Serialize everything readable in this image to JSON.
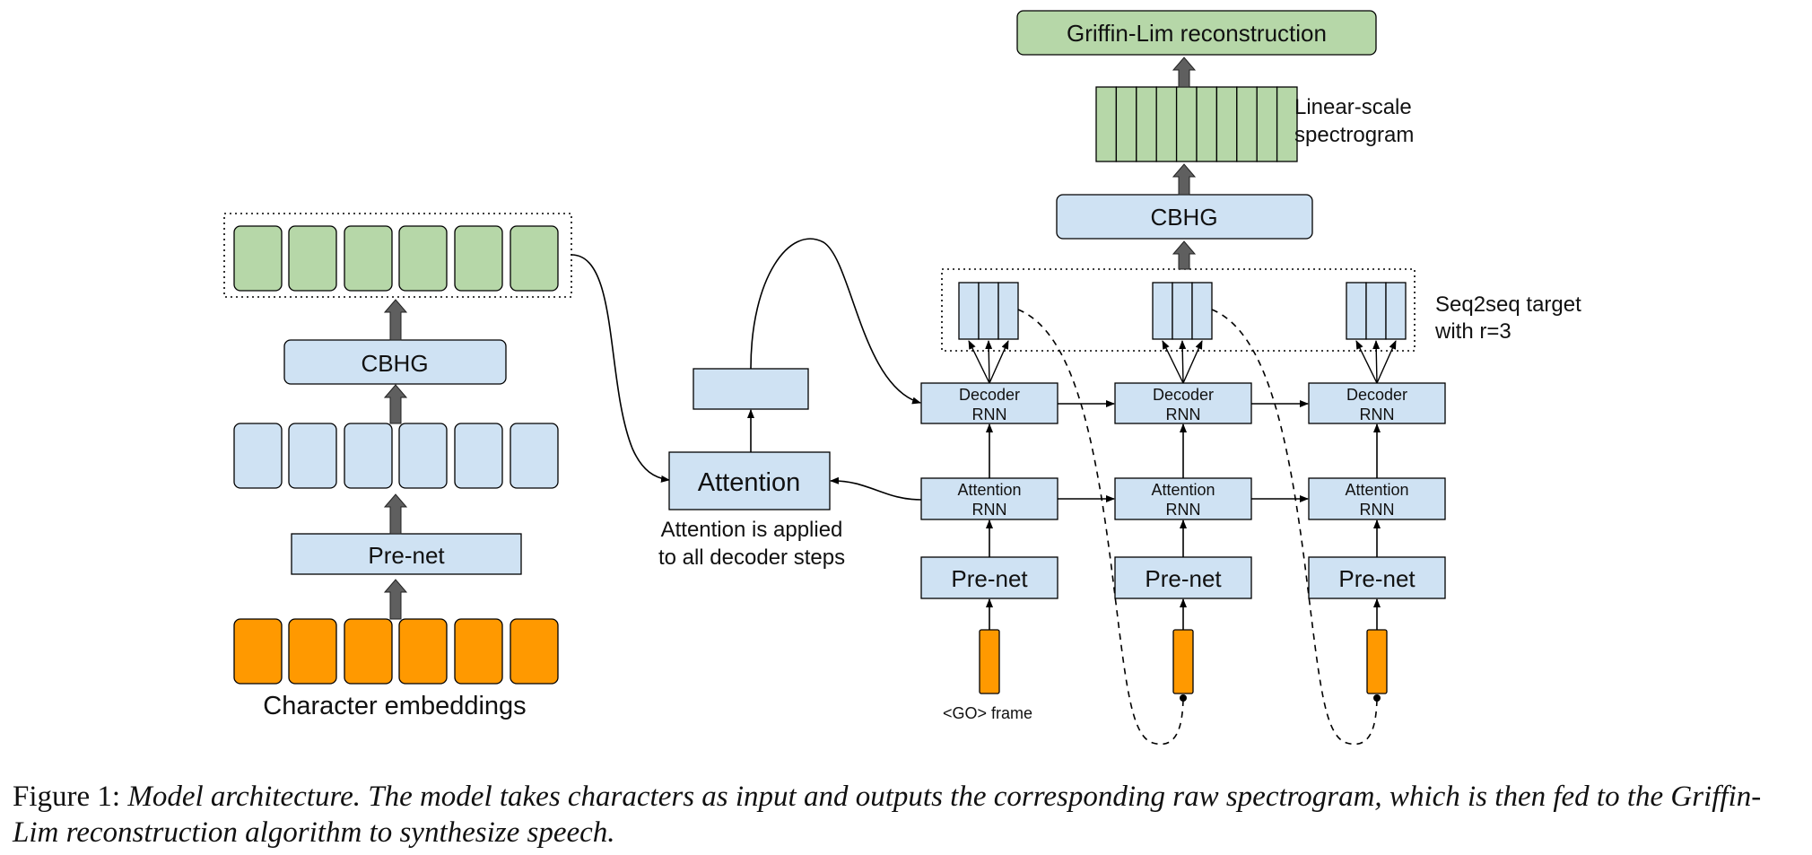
{
  "colors": {
    "green": "#b6d7a8",
    "blue": "#cfe2f3",
    "orange": "#ff9900",
    "stroke": "#000000",
    "fat_arrow": "#5f5f5f"
  },
  "encoder": {
    "embeddings_label": "Character embeddings",
    "prenet_label": "Pre-net",
    "cbhg_label": "CBHG"
  },
  "attention": {
    "label": "Attention",
    "note_line1": "Attention is applied",
    "note_line2": "to all decoder steps"
  },
  "decoder": {
    "prenet_label": "Pre-net",
    "attention_rnn_line1": "Attention",
    "attention_rnn_line2": "RNN",
    "decoder_rnn_line1": "Decoder",
    "decoder_rnn_line2": "RNN",
    "go_frame_label": "<GO> frame",
    "seq2seq_line1": "Seq2seq target",
    "seq2seq_line2": "with r=3"
  },
  "postnet": {
    "cbhg_label": "CBHG",
    "spectrogram_line1": "Linear-scale",
    "spectrogram_line2": "spectrogram",
    "griffin_lim_label": "Griffin-Lim reconstruction"
  },
  "caption": {
    "label": "Figure 1: ",
    "text": "Model architecture. The model takes characters as input and outputs the corresponding raw spectrogram, which is then fed to the Griffin-Lim reconstruction algorithm to synthesize speech."
  }
}
